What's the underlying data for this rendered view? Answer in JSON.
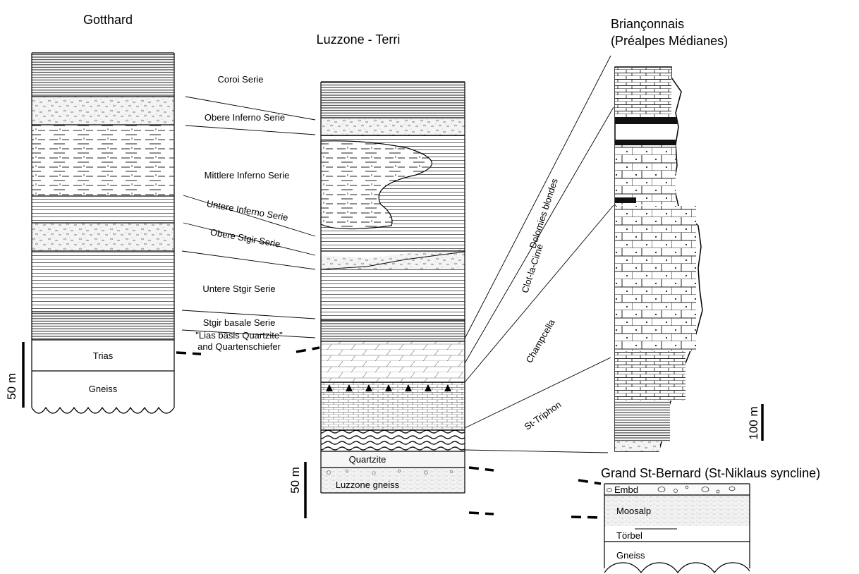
{
  "columns": {
    "gotthard": {
      "title": "Gotthard",
      "units": [
        "Trias",
        "Gneiss"
      ],
      "scale": "50 m"
    },
    "luzzone": {
      "title": "Luzzone - Terri",
      "units": [
        "Quartzite",
        "Luzzone gneiss"
      ],
      "scale": "50 m"
    },
    "brianconnais": {
      "title_line1": "Briançonnais",
      "title_line2": "(Préalpes Médianes)",
      "scale": "100 m"
    },
    "grand_st_bernard": {
      "title": "Grand St-Bernard (St-Niklaus syncline)",
      "units": [
        "Embd",
        "Moosalp",
        "Törbel",
        "Gneiss"
      ]
    }
  },
  "correlation_labels": [
    "Coroi Serie",
    "Obere Inferno Serie",
    "Mittlere Inferno Serie",
    "Untere Inferno Serie",
    "Obere Stgir Serie",
    "Untere Stgir Serie",
    "Stgir basale Serie",
    "\"Lias basis Quartzite\"",
    "and Quartenschiefer"
  ],
  "brianconnais_units": [
    "Dolomies blondes",
    "Clot-la-Cime",
    "Champcella",
    "St-Triphon"
  ]
}
